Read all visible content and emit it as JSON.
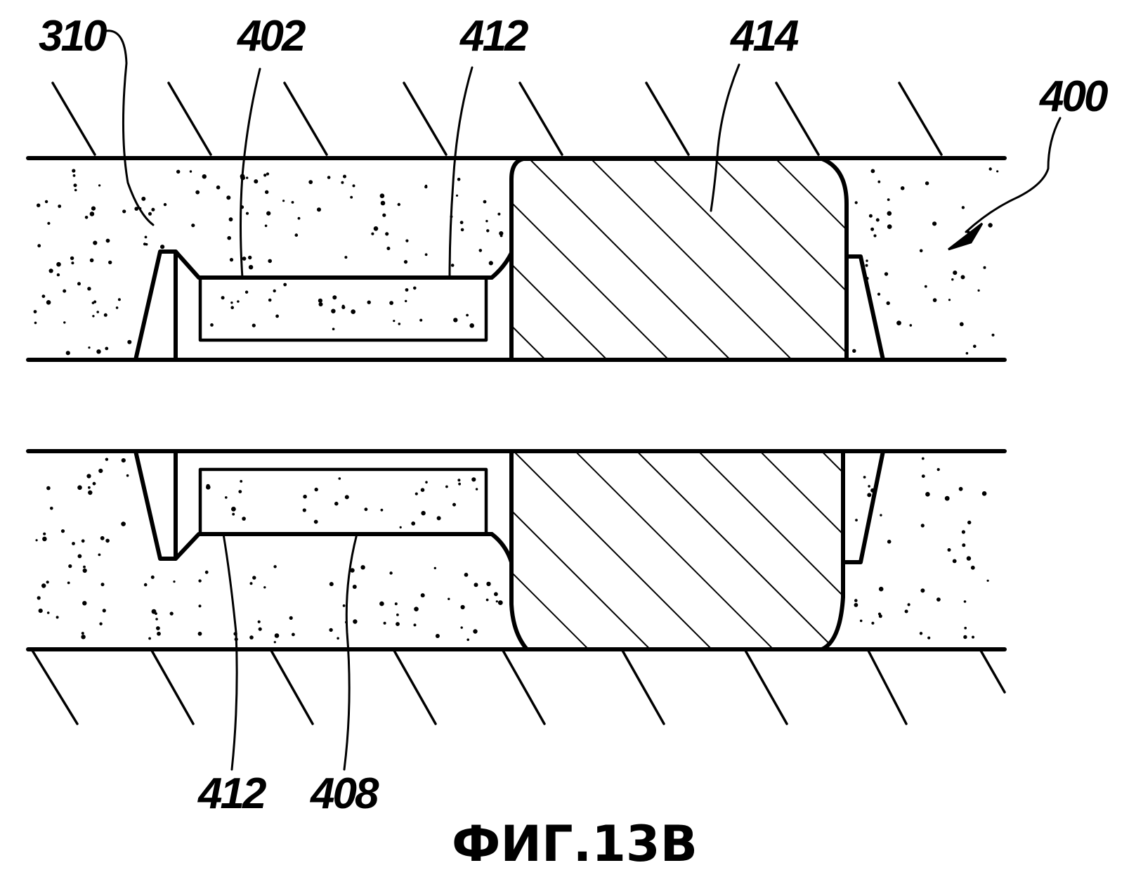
{
  "labels": {
    "l310": "310",
    "l402": "402",
    "l412_top": "412",
    "l414": "414",
    "l400": "400",
    "l412_bottom": "412",
    "l408": "408"
  },
  "caption": "ФИГ.13B"
}
